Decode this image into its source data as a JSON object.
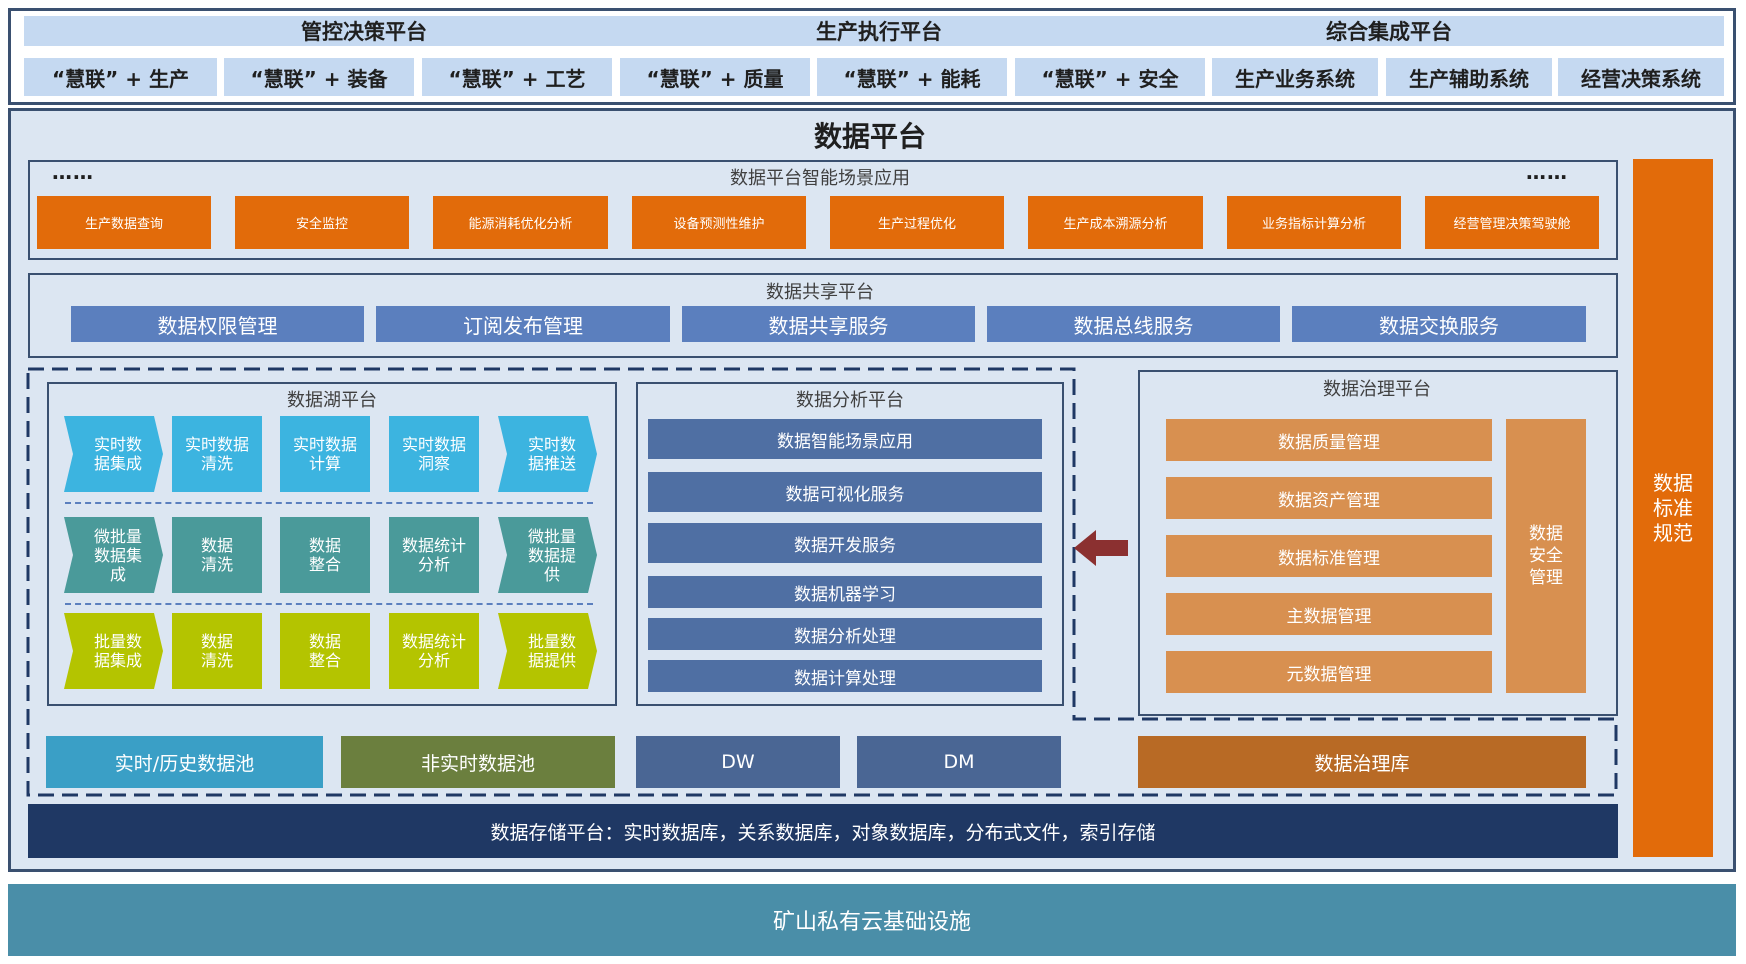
{
  "top": {
    "platforms": [
      "管控决策平台",
      "生产执行平台",
      "综合集成平台"
    ],
    "systems": [
      "“慧联” + 生产",
      "“慧联” + 装备",
      "“慧联” + 工艺",
      "“慧联” + 质量",
      "“慧联” + 能耗",
      "“慧联” + 安全",
      "生产业务系统",
      "生产辅助系统",
      "经营决策系统"
    ]
  },
  "data_platform": {
    "title": "数据平台",
    "scene": {
      "title": "数据平台智能场景应用",
      "dots": "……",
      "items": [
        "生产数据查询",
        "安全监控",
        "能源消耗优化分析",
        "设备预测性维护",
        "生产过程优化",
        "生产成本溯源分析",
        "业务指标计算分析",
        "经营管理决策驾驶舱"
      ]
    },
    "sharing": {
      "title": "数据共享平台",
      "items": [
        "数据权限管理",
        "订阅发布管理",
        "数据共享服务",
        "数据总线服务",
        "数据交换服务"
      ]
    },
    "lake": {
      "title": "数据湖平台",
      "rows": [
        [
          "实时数\n据集成",
          "实时数据\n清洗",
          "实时数据\n计算",
          "实时数据\n洞察",
          "实时数\n据推送"
        ],
        [
          "微批量\n数据集\n成",
          "数据\n清洗",
          "数据\n整合",
          "数据统计\n分析",
          "微批量\n数据提\n供"
        ],
        [
          "批量数\n据集成",
          "数据\n清洗",
          "数据\n整合",
          "数据统计\n分析",
          "批量数\n据提供"
        ]
      ],
      "row_colors": [
        "#3cb4e0",
        "#4a9a9a",
        "#b4c400"
      ]
    },
    "analysis": {
      "title": "数据分析平台",
      "items": [
        "数据智能场景应用",
        "数据可视化服务",
        "数据开发服务",
        "数据机器学习",
        "数据分析处理",
        "数据计算处理"
      ]
    },
    "governance": {
      "title": "数据治理平台",
      "items": [
        "数据质量管理",
        "数据资产管理",
        "数据标准管理",
        "主数据管理",
        "元数据管理"
      ],
      "security": "数据\n安全\n管理"
    },
    "pools": [
      "实时/历史数据池",
      "非实时数据池",
      "DW",
      "DM",
      "数据治理库"
    ],
    "pool_colors": [
      "#3a9fc6",
      "#6b7f3e",
      "#4a6694",
      "#4a6694",
      "#b86a25"
    ],
    "storage": "数据存储平台：实时数据库，关系数据库，对象数据库，分布式文件，索引存储",
    "standard": "数据\n标准\n规范"
  },
  "infra": "矿山私有云基础设施",
  "colors": {
    "orange": "#e26b0a",
    "blue_button": "#5b7fbe",
    "dark_navy": "#1f3864",
    "infra_teal": "#4a8ea8",
    "arrow_red": "#8b3030"
  }
}
